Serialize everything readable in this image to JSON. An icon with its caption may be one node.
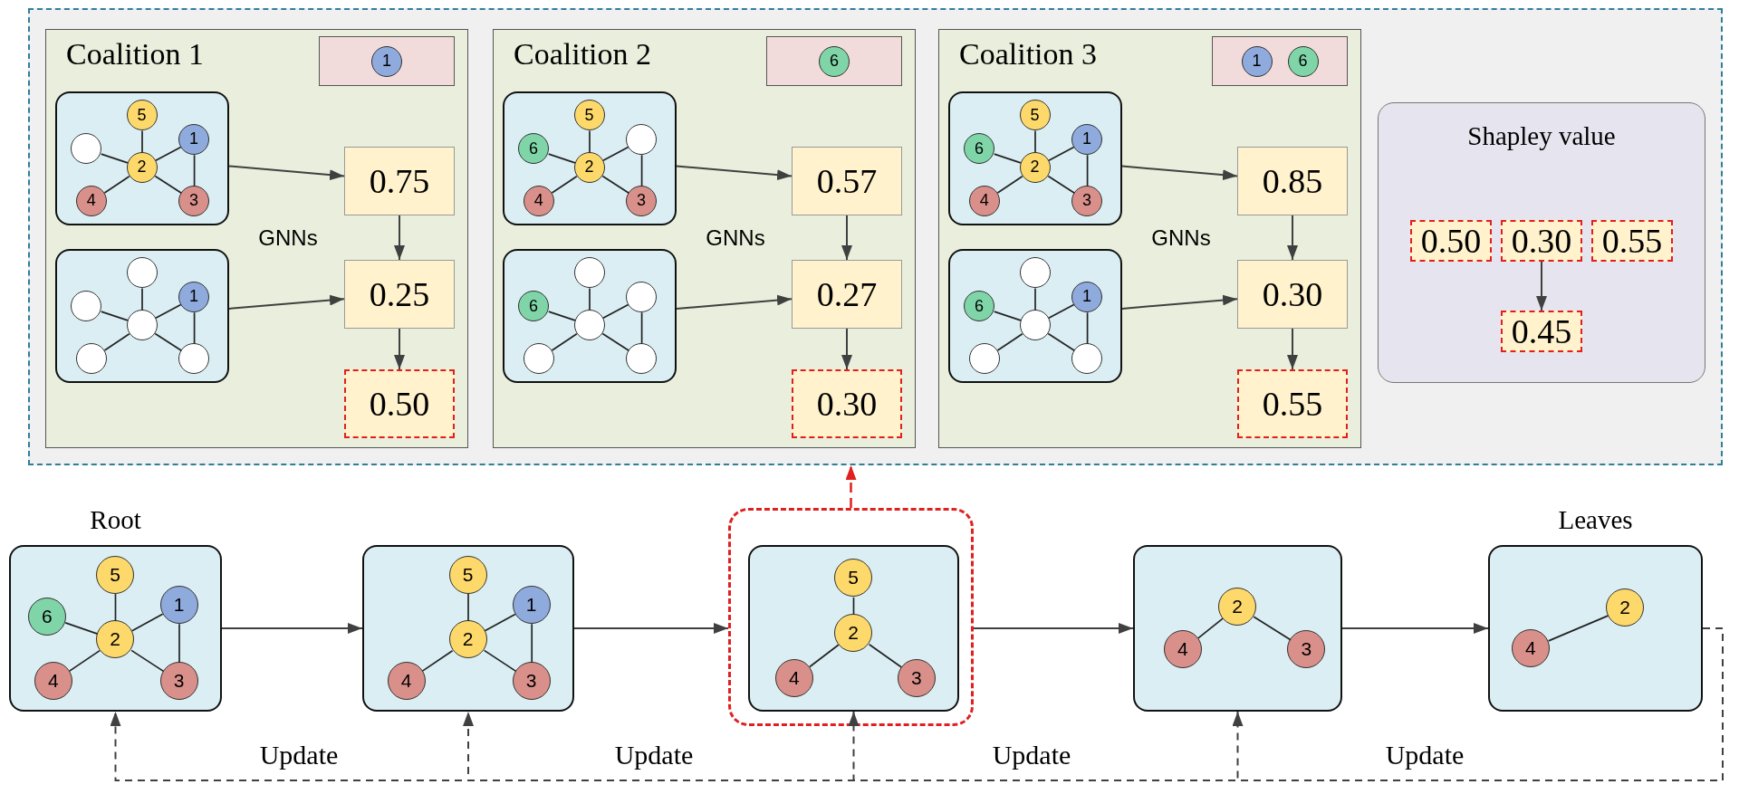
{
  "diagram": {
    "nodes": [
      {
        "text": [],
        "shape": "box"
      },
      {
        "text": [
          "Coalition 1"
        ],
        "in": 0
      },
      {
        "text": [],
        "shape": "box",
        "in": 1
      },
      {
        "text": [
          "1"
        ],
        "in": 2
      },
      {
        "text": [],
        "shape": "box",
        "in": 1
      },
      {
        "text": [
          "5"
        ],
        "in": 4
      },
      {
        "text": [
          "1"
        ],
        "in": 4
      },
      {
        "text": [],
        "shape": "circle",
        "in": 4
      },
      {
        "text": [
          "2"
        ],
        "in": 4
      },
      {
        "text": [
          "4"
        ],
        "in": 4
      },
      {
        "text": [
          "3"
        ],
        "in": 4
      },
      {
        "text": [
          "0.75"
        ],
        "in": 1
      },
      {
        "text": [],
        "shape": "box",
        "in": 1
      },
      {
        "text": [],
        "shape": "circle",
        "in": 12
      },
      {
        "text": [
          "1"
        ],
        "in": 12
      },
      {
        "text": [],
        "shape": "circle",
        "in": 12
      },
      {
        "text": [],
        "shape": "circle",
        "in": 12
      },
      {
        "text": [],
        "shape": "circle",
        "in": 12
      },
      {
        "text": [],
        "shape": "circle",
        "in": 12
      },
      {
        "text": [
          "0.25"
        ],
        "in": 1
      },
      {
        "text": [
          "0.50"
        ],
        "in": 1
      },
      {
        "text": [
          "Coalition 2"
        ],
        "in": 0
      },
      {
        "text": [],
        "shape": "box",
        "in": 21
      },
      {
        "text": [
          "6"
        ],
        "in": 22
      },
      {
        "text": [],
        "shape": "box",
        "in": 21
      },
      {
        "text": [
          "5"
        ],
        "in": 24
      },
      {
        "text": [],
        "shape": "circle",
        "in": 24
      },
      {
        "text": [
          "6"
        ],
        "in": 24
      },
      {
        "text": [
          "2"
        ],
        "in": 24
      },
      {
        "text": [
          "4"
        ],
        "in": 24
      },
      {
        "text": [
          "3"
        ],
        "in": 24
      },
      {
        "text": [
          "0.57"
        ],
        "in": 21
      },
      {
        "text": [],
        "shape": "box",
        "in": 21
      },
      {
        "text": [],
        "shape": "circle",
        "in": 32
      },
      {
        "text": [],
        "shape": "circle",
        "in": 32
      },
      {
        "text": [
          "6"
        ],
        "in": 32
      },
      {
        "text": [],
        "shape": "circle",
        "in": 32
      },
      {
        "text": [],
        "shape": "circle",
        "in": 32
      },
      {
        "text": [],
        "shape": "circle",
        "in": 32
      },
      {
        "text": [
          "0.27"
        ],
        "in": 21
      },
      {
        "text": [
          "0.30"
        ],
        "in": 21
      },
      {
        "text": [
          "Coalition 3"
        ],
        "in": 0
      },
      {
        "text": [],
        "shape": "box",
        "in": 41
      },
      {
        "text": [
          "1"
        ],
        "in": 42
      },
      {
        "text": [
          "6"
        ],
        "in": 42
      },
      {
        "text": [],
        "shape": "box",
        "in": 41
      },
      {
        "text": [
          "5"
        ],
        "in": 45
      },
      {
        "text": [
          "1"
        ],
        "in": 45
      },
      {
        "text": [
          "6"
        ],
        "in": 45
      },
      {
        "text": [
          "2"
        ],
        "in": 45
      },
      {
        "text": [
          "4"
        ],
        "in": 45
      },
      {
        "text": [
          "3"
        ],
        "in": 45
      },
      {
        "text": [
          "0.85"
        ],
        "in": 41
      },
      {
        "text": [],
        "shape": "box",
        "in": 41
      },
      {
        "text": [],
        "shape": "circle",
        "in": 53
      },
      {
        "text": [
          "1"
        ],
        "in": 53
      },
      {
        "text": [
          "6"
        ],
        "in": 53
      },
      {
        "text": [],
        "shape": "circle",
        "in": 53
      },
      {
        "text": [],
        "shape": "circle",
        "in": 53
      },
      {
        "text": [],
        "shape": "circle",
        "in": 53
      },
      {
        "text": [
          "0.30"
        ],
        "in": 41
      },
      {
        "text": [
          "0.55"
        ],
        "in": 41
      },
      {
        "text": [
          "Shapley value"
        ],
        "in": 0
      },
      {
        "text": [
          "0.50"
        ],
        "in": 62
      },
      {
        "text": [
          "0.30"
        ],
        "in": 62
      },
      {
        "text": [
          "0.55"
        ],
        "in": 62
      },
      {
        "text": [
          "0.45"
        ],
        "in": 62
      },
      {
        "text": [
          "Root"
        ]
      },
      {
        "text": [
          "5"
        ],
        "in": 67
      },
      {
        "text": [
          "1"
        ],
        "in": 67
      },
      {
        "text": [
          "6"
        ],
        "in": 67
      },
      {
        "text": [
          "2"
        ],
        "in": 67
      },
      {
        "text": [
          "4"
        ],
        "in": 67
      },
      {
        "text": [
          "3"
        ],
        "in": 67
      },
      {
        "text": [],
        "shape": "box"
      },
      {
        "text": [
          "5"
        ],
        "in": 74
      },
      {
        "text": [
          "1"
        ],
        "in": 74
      },
      {
        "text": [
          "2"
        ],
        "in": 74
      },
      {
        "text": [
          "4"
        ],
        "in": 74
      },
      {
        "text": [
          "3"
        ],
        "in": 74
      },
      {
        "text": [],
        "shape": "box"
      },
      {
        "text": [],
        "shape": "box",
        "in": 80
      },
      {
        "text": [
          "5"
        ],
        "in": 81
      },
      {
        "text": [
          "2"
        ],
        "in": 81
      },
      {
        "text": [
          "4"
        ],
        "in": 81
      },
      {
        "text": [
          "3"
        ],
        "in": 81
      },
      {
        "text": [],
        "shape": "box"
      },
      {
        "text": [
          "2"
        ],
        "in": 86
      },
      {
        "text": [
          "4"
        ],
        "in": 86
      },
      {
        "text": [
          "3"
        ],
        "in": 86
      },
      {
        "text": [
          "Leaves"
        ]
      },
      {
        "text": [
          "2"
        ],
        "in": 90
      },
      {
        "text": [
          "4"
        ],
        "in": 90
      }
    ],
    "edges": [
      {
        "from": 5,
        "to": 8,
        "arrow": "none"
      },
      {
        "from": 7,
        "to": 8,
        "arrow": "none"
      },
      {
        "from": 6,
        "to": 8,
        "arrow": "none"
      },
      {
        "from": 9,
        "to": 8,
        "arrow": "none"
      },
      {
        "from": 10,
        "to": 8,
        "arrow": "none"
      },
      {
        "from": 6,
        "to": 10,
        "arrow": "none"
      },
      {
        "from": 13,
        "to": 16,
        "arrow": "none"
      },
      {
        "from": 15,
        "to": 16,
        "arrow": "none"
      },
      {
        "from": 14,
        "to": 16,
        "arrow": "none"
      },
      {
        "from": 17,
        "to": 16,
        "arrow": "none"
      },
      {
        "from": 18,
        "to": 16,
        "arrow": "none"
      },
      {
        "from": 14,
        "to": 18,
        "arrow": "none"
      },
      {
        "from": 4,
        "to": 11,
        "arrow": "to"
      },
      {
        "from": 12,
        "to": 19,
        "arrow": "to"
      },
      {
        "from": 11,
        "to": 19,
        "arrow": "to"
      },
      {
        "from": 19,
        "to": 20,
        "arrow": "to"
      },
      {
        "from": 25,
        "to": 28,
        "arrow": "none"
      },
      {
        "from": 27,
        "to": 28,
        "arrow": "none"
      },
      {
        "from": 26,
        "to": 28,
        "arrow": "none"
      },
      {
        "from": 29,
        "to": 28,
        "arrow": "none"
      },
      {
        "from": 30,
        "to": 28,
        "arrow": "none"
      },
      {
        "from": 26,
        "to": 30,
        "arrow": "none"
      },
      {
        "from": 33,
        "to": 36,
        "arrow": "none"
      },
      {
        "from": 35,
        "to": 36,
        "arrow": "none"
      },
      {
        "from": 34,
        "to": 36,
        "arrow": "none"
      },
      {
        "from": 37,
        "to": 36,
        "arrow": "none"
      },
      {
        "from": 38,
        "to": 36,
        "arrow": "none"
      },
      {
        "from": 34,
        "to": 38,
        "arrow": "none"
      },
      {
        "from": 24,
        "to": 31,
        "arrow": "to"
      },
      {
        "from": 32,
        "to": 39,
        "arrow": "to"
      },
      {
        "from": 31,
        "to": 39,
        "arrow": "to"
      },
      {
        "from": 39,
        "to": 40,
        "arrow": "to"
      },
      {
        "from": 46,
        "to": 49,
        "arrow": "none"
      },
      {
        "from": 48,
        "to": 49,
        "arrow": "none"
      },
      {
        "from": 47,
        "to": 49,
        "arrow": "none"
      },
      {
        "from": 50,
        "to": 49,
        "arrow": "none"
      },
      {
        "from": 51,
        "to": 49,
        "arrow": "none"
      },
      {
        "from": 47,
        "to": 51,
        "arrow": "none"
      },
      {
        "from": 54,
        "to": 57,
        "arrow": "none"
      },
      {
        "from": 56,
        "to": 57,
        "arrow": "none"
      },
      {
        "from": 55,
        "to": 57,
        "arrow": "none"
      },
      {
        "from": 58,
        "to": 57,
        "arrow": "none"
      },
      {
        "from": 59,
        "to": 57,
        "arrow": "none"
      },
      {
        "from": 55,
        "to": 59,
        "arrow": "none"
      },
      {
        "from": 45,
        "to": 52,
        "arrow": "to"
      },
      {
        "from": 53,
        "to": 60,
        "arrow": "to"
      },
      {
        "from": 52,
        "to": 60,
        "arrow": "to"
      },
      {
        "from": 60,
        "to": 61,
        "arrow": "to"
      },
      {
        "from": 64,
        "to": 66,
        "arrow": "to"
      },
      {
        "from": 68,
        "to": 71,
        "arrow": "none"
      },
      {
        "from": 70,
        "to": 71,
        "arrow": "none"
      },
      {
        "from": 69,
        "to": 71,
        "arrow": "none"
      },
      {
        "from": 72,
        "to": 71,
        "arrow": "none"
      },
      {
        "from": 73,
        "to": 71,
        "arrow": "none"
      },
      {
        "from": 69,
        "to": 73,
        "arrow": "none"
      },
      {
        "from": 75,
        "to": 77,
        "arrow": "none"
      },
      {
        "from": 76,
        "to": 77,
        "arrow": "none"
      },
      {
        "from": 78,
        "to": 77,
        "arrow": "none"
      },
      {
        "from": 79,
        "to": 77,
        "arrow": "none"
      },
      {
        "from": 76,
        "to": 79,
        "arrow": "none"
      },
      {
        "from": 82,
        "to": 83,
        "arrow": "none"
      },
      {
        "from": 84,
        "to": 83,
        "arrow": "none"
      },
      {
        "from": 85,
        "to": 83,
        "arrow": "none"
      },
      {
        "from": 88,
        "to": 87,
        "arrow": "none"
      },
      {
        "from": 89,
        "to": 87,
        "arrow": "none"
      },
      {
        "from": 92,
        "to": 91,
        "arrow": "none"
      },
      {
        "from": 67,
        "to": 74,
        "arrow": "to"
      },
      {
        "from": 74,
        "to": 80,
        "arrow": "to"
      },
      {
        "from": 80,
        "to": 86,
        "arrow": "to"
      },
      {
        "from": 86,
        "to": 90,
        "arrow": "to"
      },
      {
        "from": 80,
        "to": 0,
        "arrow": "to",
        "style": "dashed",
        "color": "#e02020"
      },
      {
        "from": 90,
        "to": 67,
        "arrow": "to",
        "style": "dashed"
      },
      {
        "from": 90,
        "to": 74,
        "arrow": "to",
        "style": "dashed"
      },
      {
        "from": 90,
        "to": 81,
        "arrow": "to",
        "style": "dashed"
      },
      {
        "from": 90,
        "to": 86,
        "arrow": "to",
        "style": "dashed"
      }
    ],
    "labels": [
      "GNNs",
      "GNNs",
      "GNNs",
      "Update",
      "Update",
      "Update",
      "Update"
    ]
  }
}
